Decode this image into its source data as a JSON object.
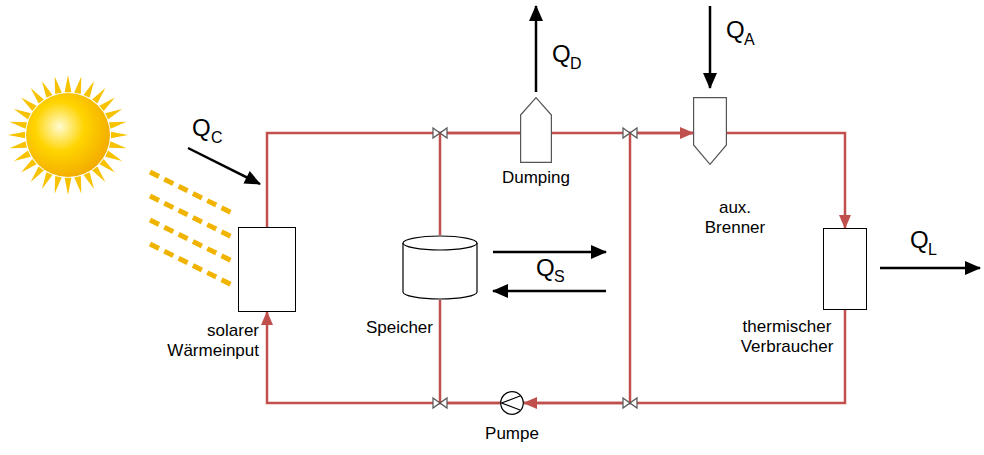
{
  "diagram": {
    "nodes": [
      {
        "text": [
          "solarer Wärmeinput"
        ]
      },
      {
        "text": [
          "Speicher"
        ]
      },
      {
        "text": [
          "Dumping"
        ]
      },
      {
        "text": [
          "aux. Brenner"
        ]
      },
      {
        "text": [
          "thermischer Verbraucher"
        ]
      },
      {
        "text": [
          "Pumpe"
        ]
      }
    ],
    "edges": [
      {
        "from": 0,
        "to": 2,
        "arrow": "none"
      },
      {
        "from": 2,
        "to": 3,
        "arrow": "none"
      },
      {
        "from": 3,
        "to": 4,
        "arrow": "to"
      },
      {
        "from": 4,
        "to": 5,
        "arrow": "to"
      },
      {
        "from": 5,
        "to": 0,
        "arrow": "to"
      },
      {
        "from": 1,
        "to": 2,
        "arrow": "none"
      },
      {
        "from": 1,
        "to": 5,
        "arrow": "none"
      },
      {
        "from": 5,
        "to": 3,
        "arrow": "to"
      }
    ],
    "labels": [
      "Q",
      "C",
      "Q",
      "D",
      "Q",
      "A",
      "Q",
      "S",
      "Q",
      "L"
    ]
  }
}
